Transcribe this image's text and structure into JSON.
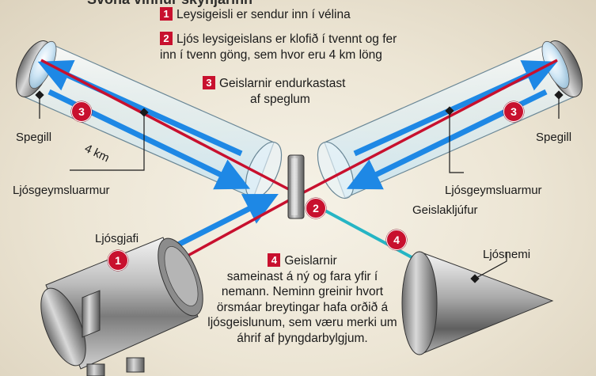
{
  "title_fragment": "Svona vinnur skynjarinn",
  "steps": [
    {
      "num": "1",
      "text": "Leysigeisli er sendur inn í vélina"
    },
    {
      "num": "2",
      "text_line1": "Ljós leysigeislans er klofið í tvennt og fer",
      "text_line2": "inn í tvenn göng, sem hvor eru 4 km löng"
    },
    {
      "num": "3",
      "text_line1": "Geislarnir endurkastast",
      "text_line2": "af speglum"
    },
    {
      "num": "4",
      "text_first": "Geislarnir",
      "text_rest": "sameinast á ný og fara yfir í nemann. Neminn greinir hvort örsmáar breytingar hafa orðið á ljósgeislunum, sem væru merki um áhrif af þyngdarbylgjum."
    }
  ],
  "labels": {
    "mirror_left": "Spegill",
    "mirror_right": "Spegill",
    "arm_left": "Ljósgeymsluarmur",
    "arm_right": "Ljósgeymsluarmur",
    "distance": "4 km",
    "splitter": "Geislakljúfur",
    "source": "Ljósgjafi",
    "detector": "Ljósnemi"
  },
  "markers": {
    "m1": "1",
    "m2": "2",
    "m3": "3",
    "m4": "4"
  },
  "colors": {
    "laser_red": "#c8102e",
    "laser_blue": "#1e88e5",
    "laser_cyan": "#26b5c4",
    "badge_red": "#c8102e"
  }
}
